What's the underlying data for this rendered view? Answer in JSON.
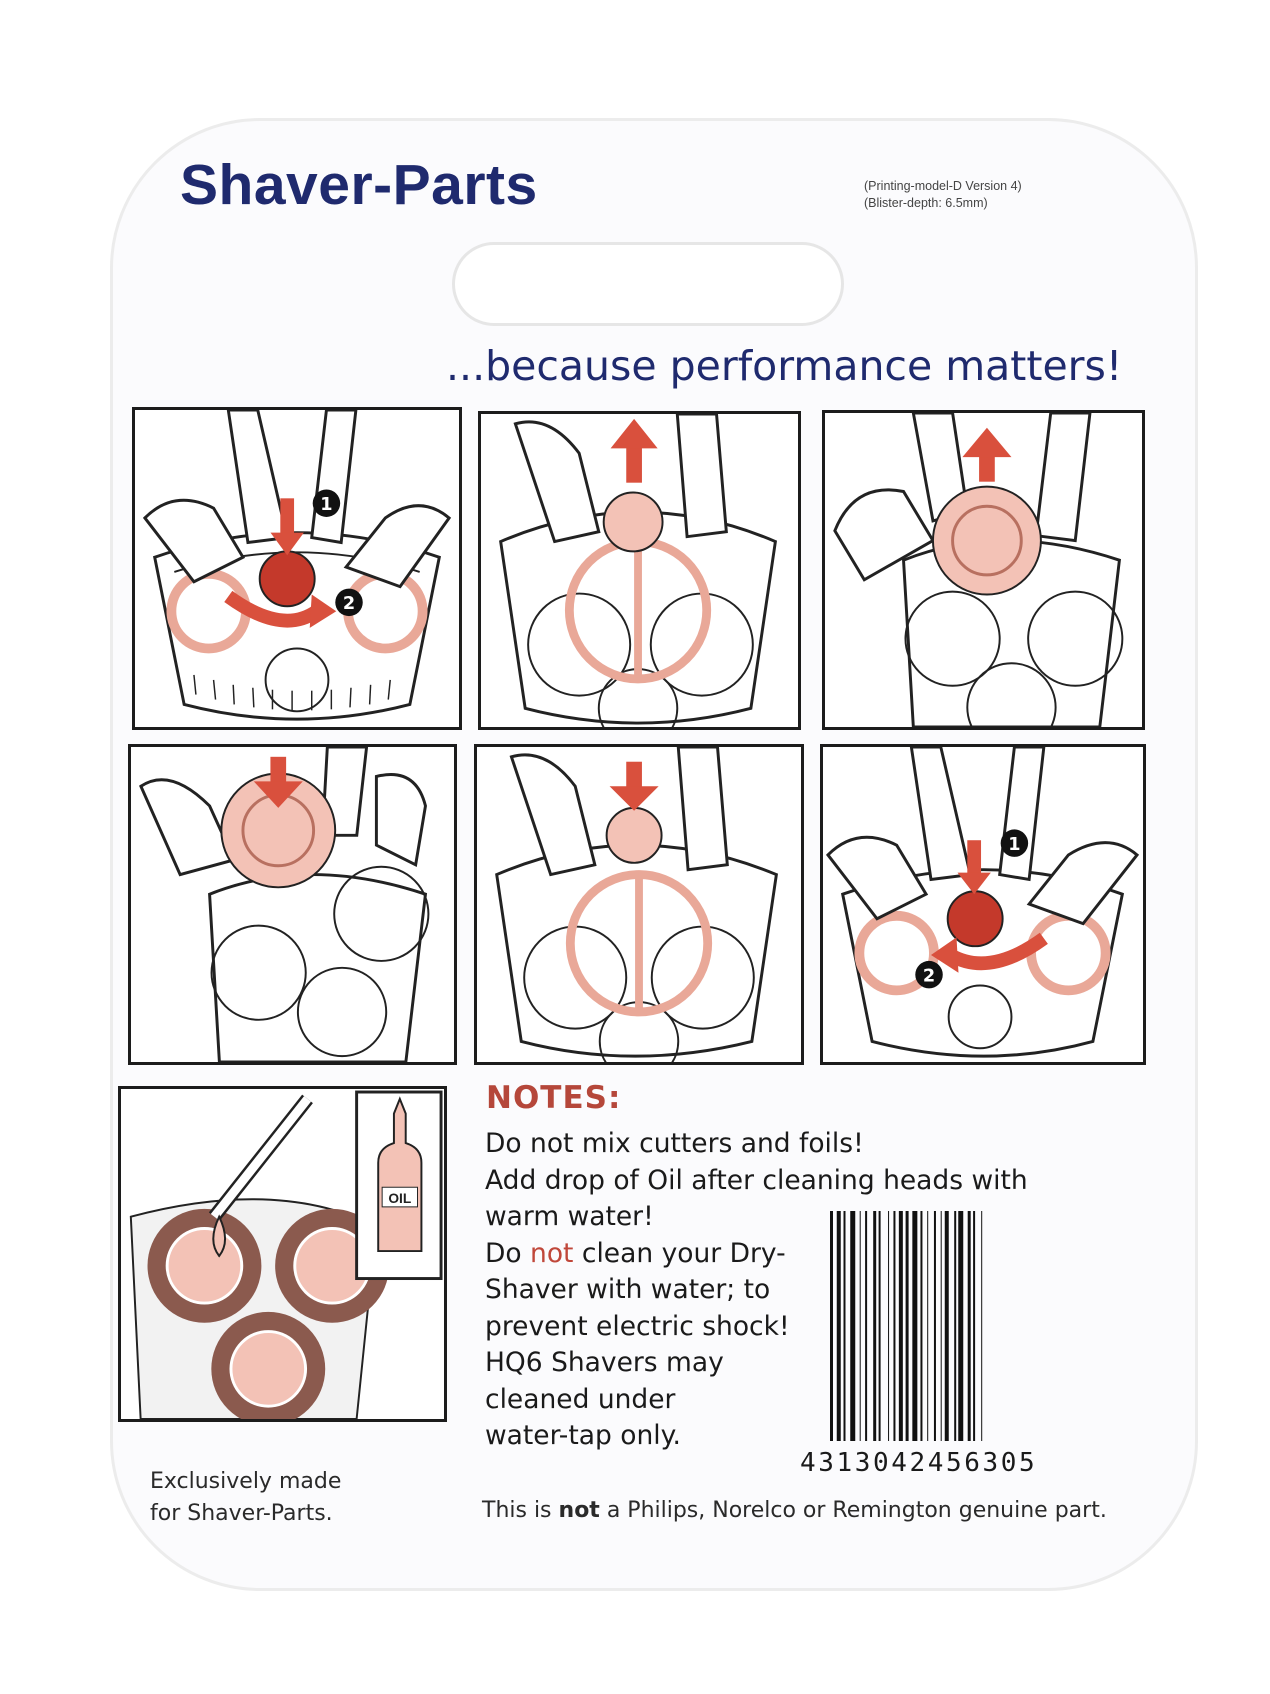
{
  "brand": "Shaver-Parts",
  "print_info": {
    "line1": "(Printing-model-D  Version 4)",
    "line2": "(Blister-depth: 6.5mm)"
  },
  "tagline": "...because performance matters!",
  "panels": [
    {
      "markers": [
        "1",
        "2"
      ]
    },
    {
      "markers": []
    },
    {
      "markers": []
    },
    {
      "markers": []
    },
    {
      "markers": []
    },
    {
      "markers": [
        "1",
        "2"
      ]
    },
    {
      "oil_label": "OIL"
    }
  ],
  "notes": {
    "title": "NOTES:",
    "line1": "Do not mix cutters and foils!",
    "line2": "Add drop of Oil after cleaning heads with",
    "line3": "warm water!",
    "line4_a": "Do ",
    "line4_red": "not",
    "line4_b": " clean your Dry-",
    "line5": "Shaver with water; to",
    "line6": "prevent electric shock!",
    "line7": "HQ6 Shavers may",
    "line8": "cleaned under",
    "line9": "water-tap only."
  },
  "barcode_number": "4313042456305",
  "exclusive": {
    "line1": "Exclusively made",
    "line2": "for Shaver-Parts."
  },
  "disclaimer": {
    "a": "This is ",
    "b": "not",
    "c": " a Philips, Norelco or Remington genuine part."
  },
  "colors": {
    "brand_blue": "#1f2a6e",
    "notes_red": "#b5473a",
    "accent_arrow": "#d9503d",
    "part_pink": "#f3c2b6"
  }
}
